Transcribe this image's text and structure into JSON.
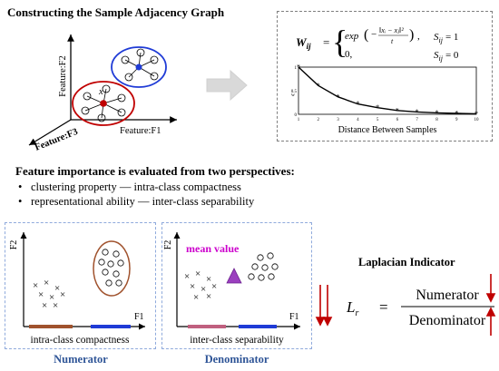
{
  "title": "Constructing the Sample Adjacency Graph",
  "axes3d": {
    "f1": "Feature:F1",
    "f2": "Feature:F2",
    "f3": "Feature:F3",
    "point": "x"
  },
  "formula": {
    "w": "W",
    "w_sub": "ij",
    "case1_text": "exp",
    "case1_cond": "S",
    "case1_cond_sub": "ij",
    "case1_cond_val": "= 1",
    "case2_text": "0,",
    "case2_cond": "S",
    "case2_cond_sub": "ij",
    "case2_cond_val": "= 0",
    "numerator_expr": "‖xᵢ − xⱼ‖²",
    "denominator_expr": "t"
  },
  "decay_chart": {
    "xlabel": "Distance Between Samples",
    "ylabel": "w",
    "x_ticks": [
      "1",
      "2",
      "3",
      "4",
      "5",
      "6",
      "7",
      "8",
      "9",
      "10"
    ],
    "y_ticks": [
      "0",
      "0.5",
      "1"
    ]
  },
  "chart_data": {
    "type": "line",
    "title": "",
    "xlabel": "Distance Between Samples",
    "ylabel": "w",
    "x": [
      1,
      2,
      3,
      4,
      5,
      6,
      7,
      8,
      9,
      10
    ],
    "series": [
      {
        "values": [
          1.0,
          0.61,
          0.37,
          0.22,
          0.14,
          0.08,
          0.05,
          0.03,
          0.02,
          0.01
        ]
      }
    ],
    "xlim": [
      1,
      10
    ],
    "ylim": [
      0,
      1
    ],
    "grid": false
  },
  "perspectives": {
    "heading": "Feature importance is evaluated from two perspectives:",
    "items": [
      "clustering property — intra-class compactness",
      "representational ability — inter-class separability"
    ]
  },
  "panel_left": {
    "f1": "F1",
    "f2": "F2",
    "caption": "intra-class compactness",
    "label": "Numerator"
  },
  "panel_mid": {
    "f1": "F1",
    "f2": "F2",
    "caption": "inter-class separability",
    "label": "Denominator",
    "mean": "mean value"
  },
  "laplacian": {
    "title": "Laplacian Indicator",
    "symbol": "L",
    "symbol_sub": "r",
    "equals": "=",
    "numerator": "Numerator",
    "denominator": "Denominator"
  },
  "colors": {
    "red": "#c00000",
    "brown": "#a0522d",
    "blue": "#1f3bd6",
    "magenta": "#cc00cc",
    "purple": "#9b3fbf",
    "panelBorder": "#8faadc",
    "labelBlue": "#2f5597"
  }
}
